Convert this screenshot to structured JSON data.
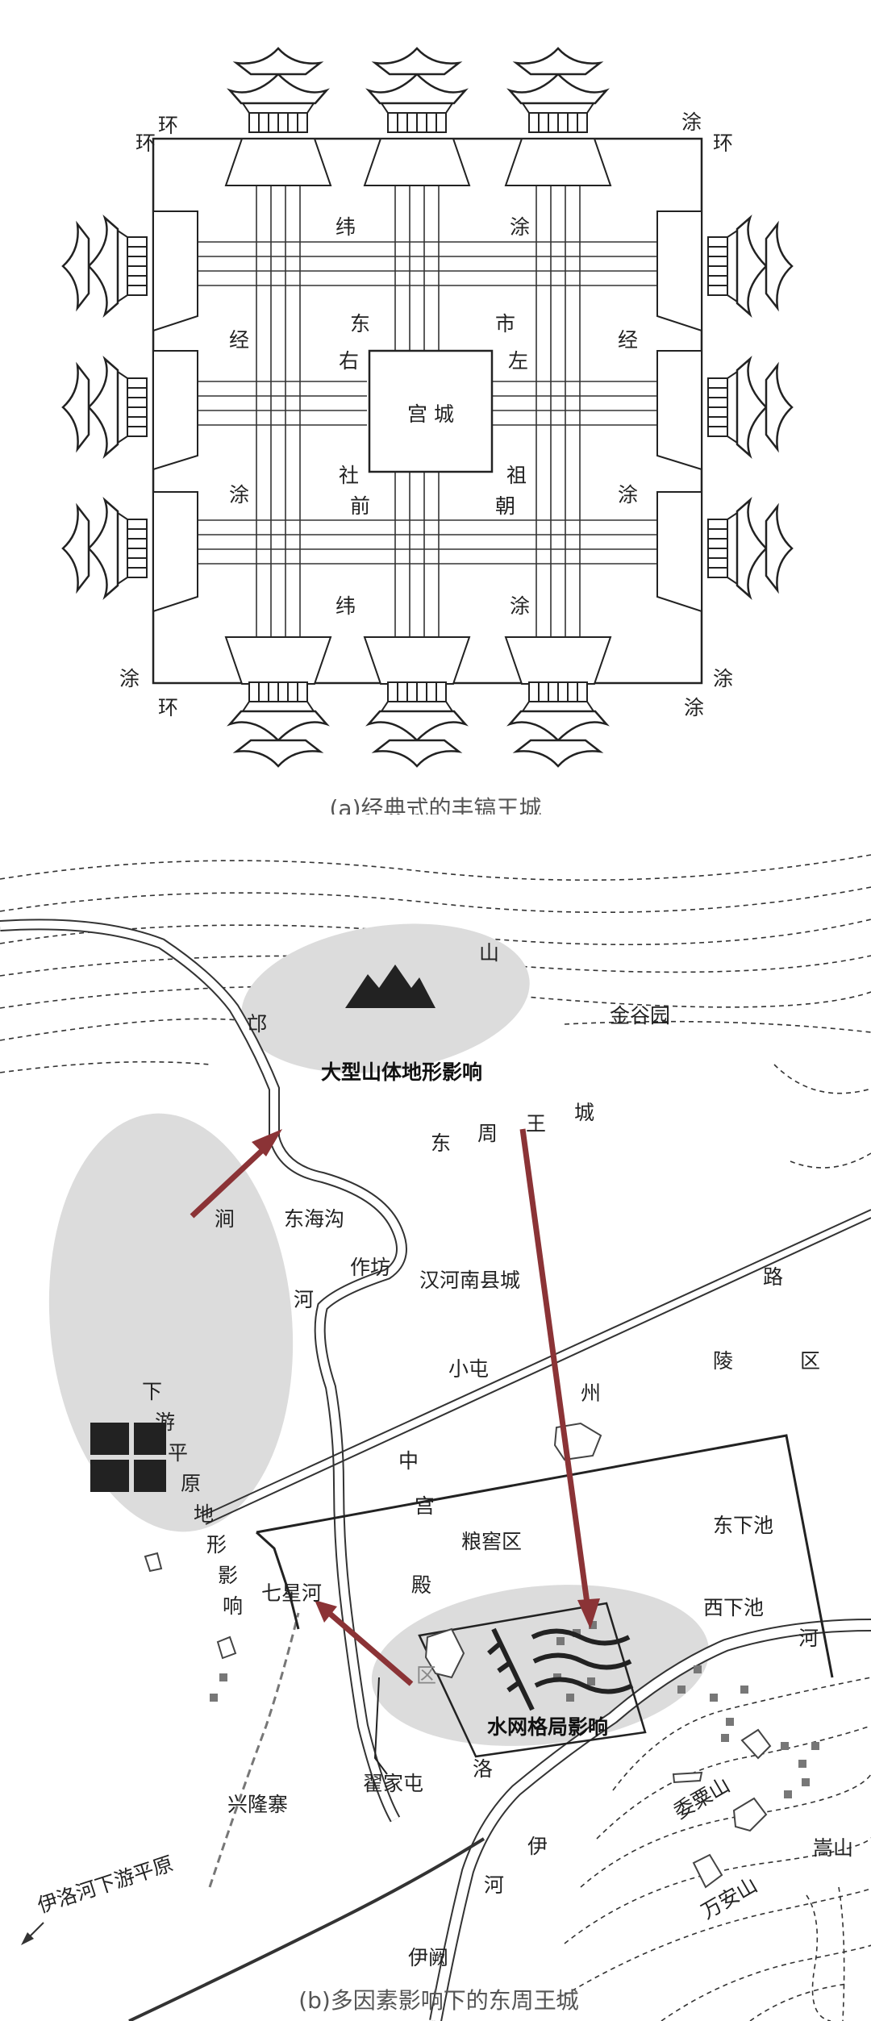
{
  "figure_a": {
    "caption": "(a)经典式的丰镐王城",
    "palace": "宫 城",
    "corner_labels": {
      "tl_a": "环",
      "tl_b": "环",
      "tr_a": "涂",
      "tr_b": "环",
      "bl_a": "涂",
      "bl_b": "环",
      "br_a": "涂",
      "br_b": "涂"
    },
    "street_labels": {
      "wei_top": "纬",
      "tu_top": "涂",
      "jing_left": "经",
      "jing_right": "经",
      "tu_left": "涂",
      "tu_right": "涂",
      "wei_bottom": "纬",
      "tu_bottom": "涂"
    },
    "inner_labels": {
      "dong": "东",
      "you": "右",
      "shi": "市",
      "zuo": "左",
      "she": "社",
      "qian": "前",
      "zu": "祖",
      "chao": "朝"
    }
  },
  "figure_b": {
    "caption": "(b)多因素影响下的东周王城",
    "zones": {
      "mountain": "大型山体地形影响",
      "plain": "下游平原地形影响",
      "water": "水网格局影响"
    },
    "plain_chars": [
      "下",
      "游",
      "平",
      "原",
      "地",
      "形",
      "影",
      "响"
    ],
    "places": {
      "shan": "山",
      "qiu": "邙",
      "jingu": "金谷园",
      "dongzhou": [
        "东",
        "周",
        "王",
        "城"
      ],
      "jian": "涧",
      "donghaigou": "东海沟",
      "he1": "河",
      "zuofang": "作坊",
      "hanhe": "汉河南县城",
      "xiaotun": "小屯",
      "zhou": "州",
      "lu": "路",
      "ling": "陵",
      "qu": "区",
      "zhong": "中",
      "gong": "宫",
      "dongxiachi": "东下池",
      "liangjiao": "粮窖区",
      "dian": "殿",
      "qu2": "区",
      "qixinghe": "七星河",
      "xixiachi": "西下池",
      "he2": "河",
      "luo": "洛",
      "xinglongzhai": "兴隆寨",
      "zhaijiatun": "翟家屯",
      "weisushan": "委粟山",
      "songshan": "嵩山",
      "yi": "伊",
      "he3": "河",
      "wananshan": "万安山",
      "yique": "伊阙",
      "yiluo": "伊洛河下游平原"
    }
  }
}
